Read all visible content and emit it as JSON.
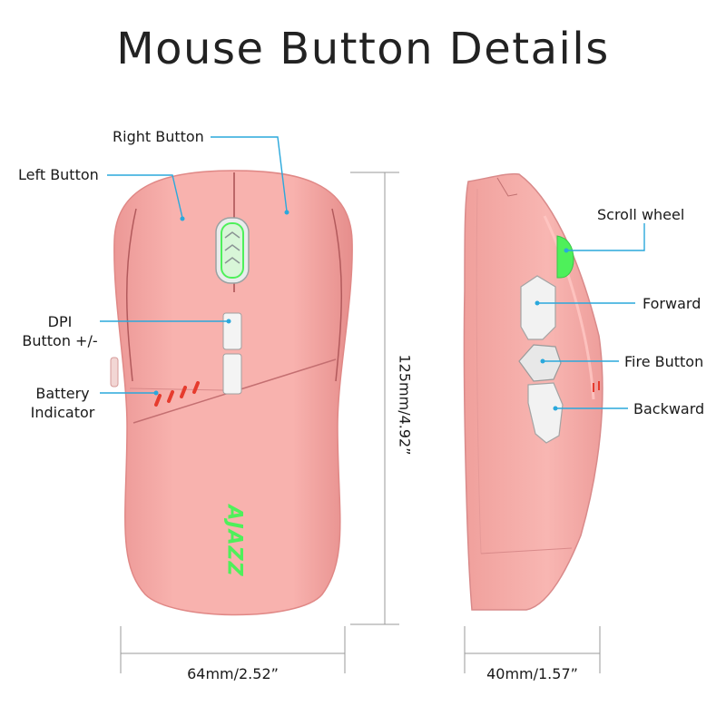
{
  "title": "Mouse Button Details",
  "labels": {
    "right_button": "Right Button",
    "left_button": "Left Button",
    "dpi_line1": "DPI",
    "dpi_line2": "Button +/-",
    "battery_line1": "Battery",
    "battery_line2": "Indicator",
    "scroll_wheel": "Scroll wheel",
    "forward": "Forward",
    "fire_button": "Fire Button",
    "backward": "Backward"
  },
  "dimensions": {
    "height": "125mm/4.92”",
    "width": "64mm/2.52”",
    "depth": "40mm/1.57”"
  },
  "logo_text": "AJAZZ",
  "colors": {
    "mouse_body": "#f6a9a6",
    "mouse_shadow": "#ea8d8b",
    "leader_line": "#2aa8dc",
    "rgb_green": "#4ef05a",
    "battery_led": "#e63b2e",
    "dimension_line": "#9a9a9a"
  }
}
